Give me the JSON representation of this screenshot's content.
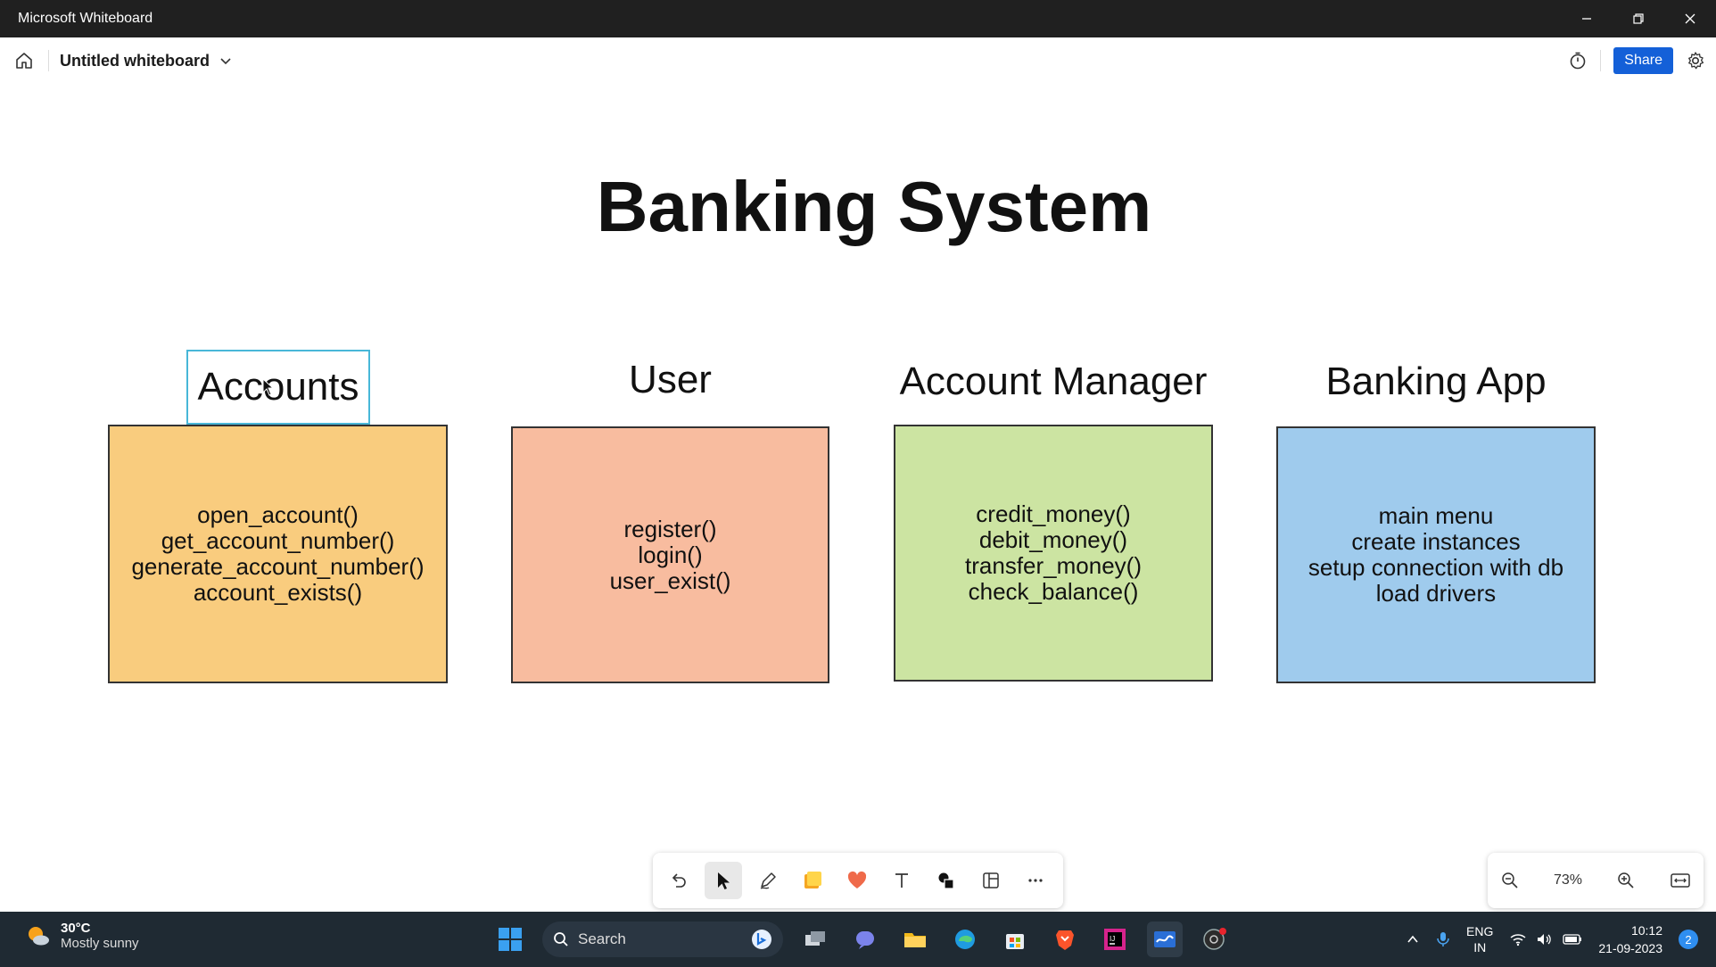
{
  "window": {
    "title": "Microsoft Whiteboard",
    "controls": [
      "minimize-icon",
      "restore-icon",
      "close-icon"
    ]
  },
  "appbar": {
    "board_title": "Untitled whiteboard",
    "share_label": "Share"
  },
  "board": {
    "heading": "Banking System",
    "classes": [
      {
        "name": "Accounts",
        "color": "#f9cc7e",
        "selected": true,
        "methods": [
          "open_account()",
          "get_account_number()",
          "generate_account_number()",
          "account_exists()"
        ]
      },
      {
        "name": "User",
        "color": "#f8bc9f",
        "selected": false,
        "methods": [
          "register()",
          "login()",
          "user_exist()"
        ]
      },
      {
        "name": "Account Manager",
        "color": "#cce4a2",
        "selected": false,
        "methods": [
          "credit_money()",
          "debit_money()",
          "transfer_money()",
          "check_balance()"
        ]
      },
      {
        "name": "Banking App",
        "color": "#9fcbed",
        "selected": false,
        "methods": [
          "main menu",
          "create instances",
          "setup connection with db",
          "load drivers"
        ]
      }
    ]
  },
  "toolbar": {
    "tools": [
      "undo-icon",
      "select-icon",
      "pen-icon",
      "sticky-note-icon",
      "reactions-icon",
      "text-icon",
      "shapes-icon",
      "templates-icon",
      "more-icon"
    ],
    "active_tool": "select-icon"
  },
  "zoom": {
    "level": "73%"
  },
  "taskbar": {
    "weather_temp": "30°C",
    "weather_desc": "Mostly sunny",
    "search_label": "Search",
    "lang_line1": "ENG",
    "lang_line2": "IN",
    "time": "10:12",
    "date": "21-09-2023",
    "notification_count": "2"
  }
}
